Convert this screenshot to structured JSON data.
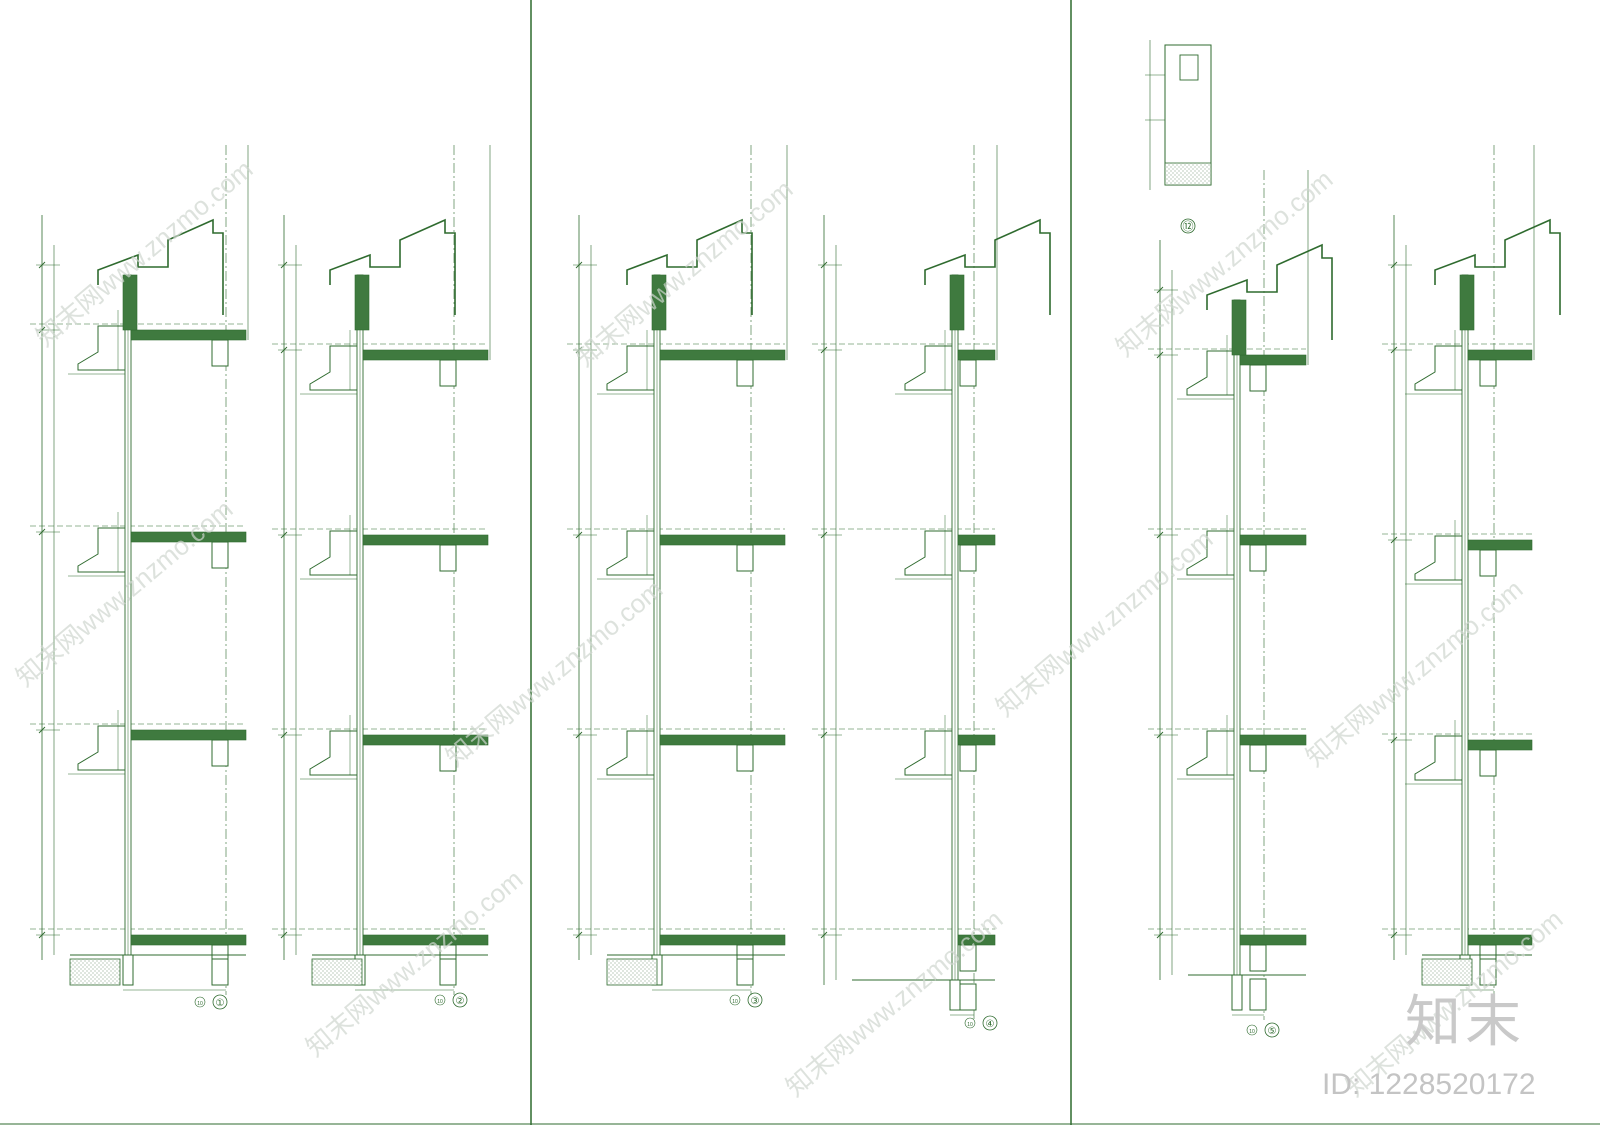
{
  "colors": {
    "line": "#2f6b2f",
    "fill": "#3f7a3f",
    "hatch": "#8fa88f",
    "watermark": "#cfd6cf"
  },
  "sections": [
    {
      "label": "①",
      "grid": "10"
    },
    {
      "label": "②",
      "grid": "10"
    },
    {
      "label": "③",
      "grid": "10"
    },
    {
      "label": "④",
      "grid": "10"
    },
    {
      "label": "⑤",
      "grid": "10"
    }
  ],
  "detail": {
    "label": "⑫"
  },
  "watermark": {
    "text": "知末网www.znzmo.com",
    "logo": "知末",
    "id": "ID: 1228520172"
  }
}
